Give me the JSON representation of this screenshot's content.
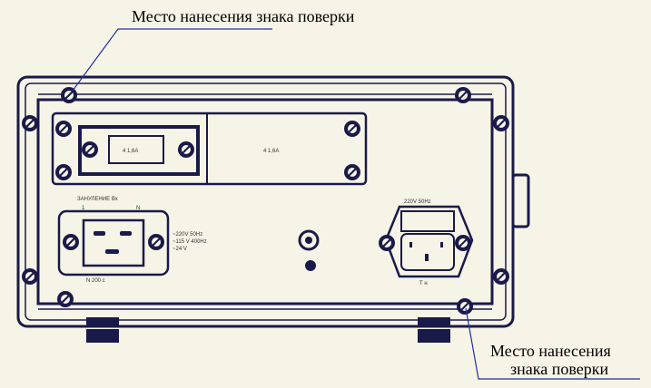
{
  "callouts": {
    "top": "Место нанесения знака поверки",
    "bottom_line1": "Место нанесения",
    "bottom_line2": "знака поверки"
  },
  "panel_labels": {
    "fuse_left": "4 1,6A",
    "fuse_right": "4 1,6A",
    "output_title": "ЗАНУЛЕНИЕ  Вх",
    "output_pin_left": "1",
    "output_pin_right": "N",
    "output_spec_1": "~220V  50Hz",
    "output_spec_2": "~115 V  400Hz",
    "output_spec_3": "~24 V",
    "output_bottom": "N   200 с",
    "input_spec": "220V  50Hz",
    "input_bottom": "Т н"
  },
  "colors": {
    "line": "#1a1a4a",
    "callout_line": "#1f2fa0",
    "background": "#f6f4e6"
  }
}
